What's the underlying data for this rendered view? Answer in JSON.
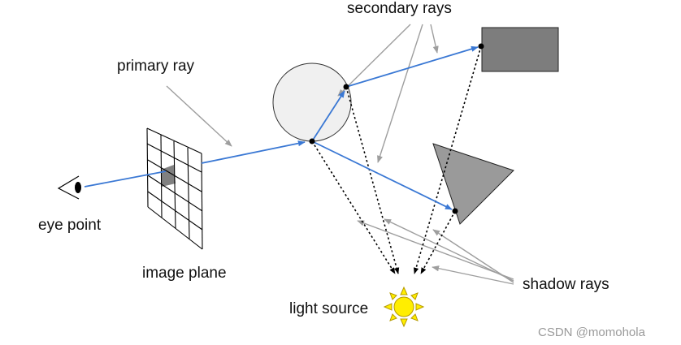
{
  "labels": {
    "secondary_rays": "secondary rays",
    "primary_ray": "primary ray",
    "eye_point": "eye point",
    "image_plane": "image plane",
    "shadow_rays": "shadow rays",
    "light_source": "light source"
  },
  "watermark": "CSDN @momohola",
  "colors": {
    "ray": "#3a78d4",
    "pointer": "#9e9e9e",
    "shadow_ray": "#000000",
    "sphere_fill": "#f0f0f0",
    "rectangle_fill": "#7d7d7d",
    "triangle_fill": "#9a9a9a",
    "pixel_fill": "#808080",
    "sun_fill": "#ffee00",
    "sun_stroke": "#b59a00"
  }
}
